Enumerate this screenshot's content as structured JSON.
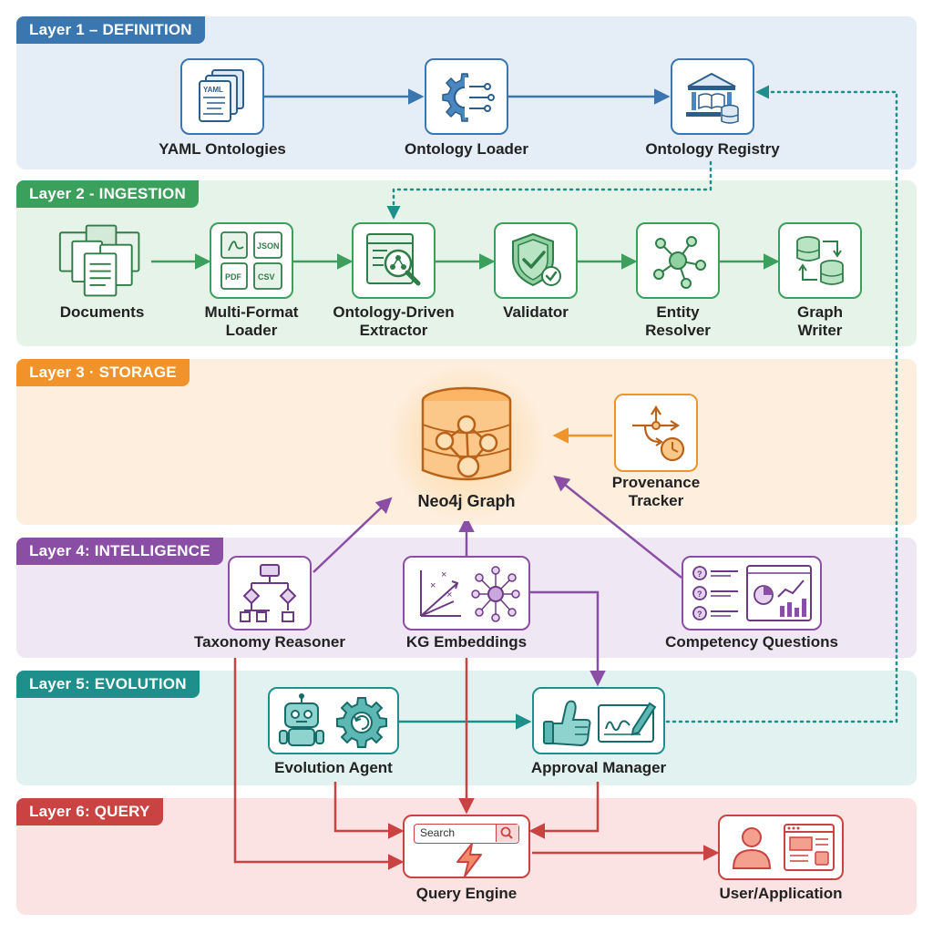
{
  "layers": [
    {
      "tag": "Layer 1 – DEFINITION",
      "color": "#3a77b0",
      "bg": "#e5eef7"
    },
    {
      "tag": "Layer 2 - INGESTION",
      "color": "#3aa05c",
      "bg": "#e6f3e8"
    },
    {
      "tag": "Layer 3 · STORAGE",
      "color": "#f0932b",
      "bg": "#fdeedd"
    },
    {
      "tag": "Layer 4: INTELLIGENCE",
      "color": "#8a4fa5",
      "bg": "#f0e7f4"
    },
    {
      "tag": "Layer 5: EVOLUTION",
      "color": "#1f8f8c",
      "bg": "#e2f2f0"
    },
    {
      "tag": "Layer 6: QUERY",
      "color": "#c94343",
      "bg": "#fbe3e3"
    }
  ],
  "nodes": {
    "yaml_ontologies": "YAML Ontologies",
    "ontology_loader": "Ontology Loader",
    "ontology_registry": "Ontology Registry",
    "documents": "Documents",
    "multi_format_loader": "Multi-Format\nLoader",
    "ontology_driven_extractor": "Ontology-Driven\nExtractor",
    "validator": "Validator",
    "entity_resolver": "Entity\nResolver",
    "graph_writer": "Graph\nWriter",
    "neo4j_graph": "Neo4j Graph",
    "provenance_tracker": "Provenance\nTracker",
    "taxonomy_reasoner": "Taxonomy Reasoner",
    "kg_embeddings": "KG Embeddings",
    "competency_questions": "Competency Questions",
    "evolution_agent": "Evolution Agent",
    "approval_manager": "Approval Manager",
    "query_engine": "Query Engine",
    "user_application": "User/Application"
  },
  "icon_text": {
    "yaml": "YAML",
    "json": "JSON",
    "pdf": "PDF",
    "csv": "CSV",
    "search": "Search"
  }
}
